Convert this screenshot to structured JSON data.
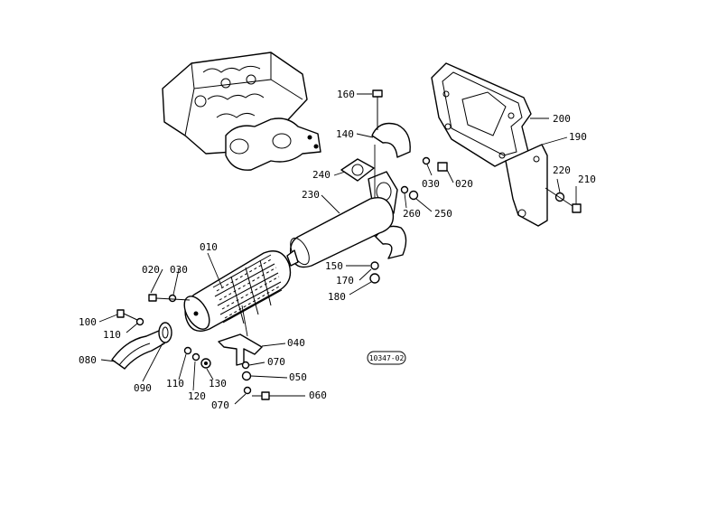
{
  "reference_code": "10347-02",
  "labels": {
    "p010": "010",
    "p020a": "020",
    "p020b": "020",
    "p030a": "030",
    "p030b": "030",
    "p040": "040",
    "p050": "050",
    "p060": "060",
    "p070a": "070",
    "p070b": "070",
    "p080": "080",
    "p090": "090",
    "p100": "100",
    "p110a": "110",
    "p110b": "110",
    "p120": "120",
    "p130": "130",
    "p140": "140",
    "p150": "150",
    "p160": "160",
    "p170": "170",
    "p180": "180",
    "p190": "190",
    "p200": "200",
    "p210": "210",
    "p220": "220",
    "p230": "230",
    "p240": "240",
    "p250": "250",
    "p260": "260"
  }
}
